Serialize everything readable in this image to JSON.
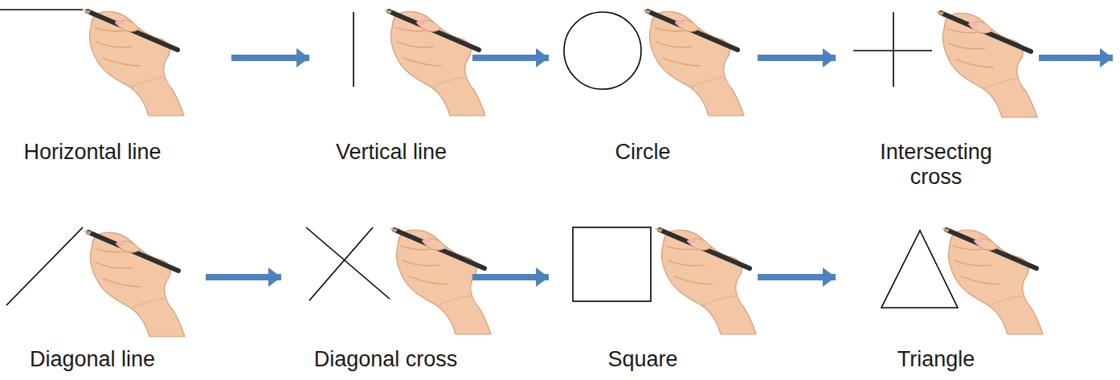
{
  "diagram": {
    "nodes": [
      {
        "text": [
          "Horizontal line"
        ]
      },
      {
        "text": [
          "Vertical line"
        ]
      },
      {
        "text": [
          "Circle"
        ]
      },
      {
        "text": [
          "Intersecting cross"
        ]
      },
      {
        "text": [
          "Diagonal line"
        ]
      },
      {
        "text": [
          "Diagonal cross"
        ]
      },
      {
        "text": [
          "Square"
        ]
      },
      {
        "text": [
          "Triangle"
        ]
      }
    ],
    "edges": [
      {
        "from": 0,
        "to": 1,
        "arrow": "to"
      },
      {
        "from": 1,
        "to": 2,
        "arrow": "to"
      },
      {
        "from": 2,
        "to": 3,
        "arrow": "to"
      },
      {
        "from": 4,
        "to": 5,
        "arrow": "to"
      },
      {
        "from": 5,
        "to": 6,
        "arrow": "to"
      },
      {
        "from": 6,
        "to": 7,
        "arrow": "to"
      }
    ]
  }
}
